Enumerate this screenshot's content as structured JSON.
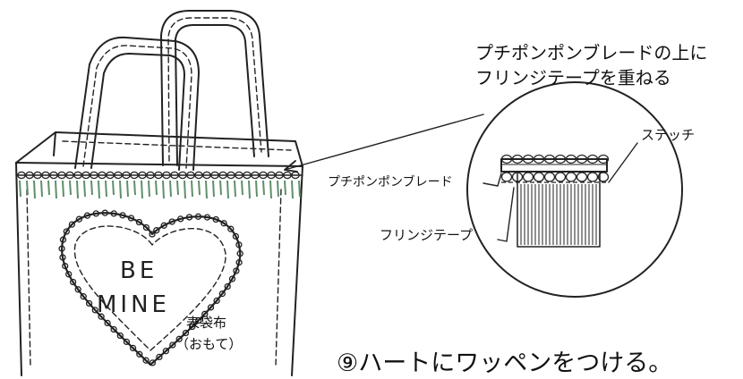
{
  "labels": {
    "overlap_caption_line1": "プチポンポンブレードの上に",
    "overlap_caption_line2": "フリンジテープを重ねる",
    "stitch": "ステッチ",
    "pompom_braid": "プチポンポンブレード",
    "fringe_tape": "フリンジテープ",
    "outer_fabric_line1": "表袋布",
    "outer_fabric_line2": "（おもて）",
    "step_instruction": "⑨ハートにワッペンをつける。"
  },
  "patch_text": {
    "line1": "BE",
    "line2": "MINE"
  },
  "colors": {
    "line": "#222222",
    "fringe": "#5f8f6a"
  }
}
